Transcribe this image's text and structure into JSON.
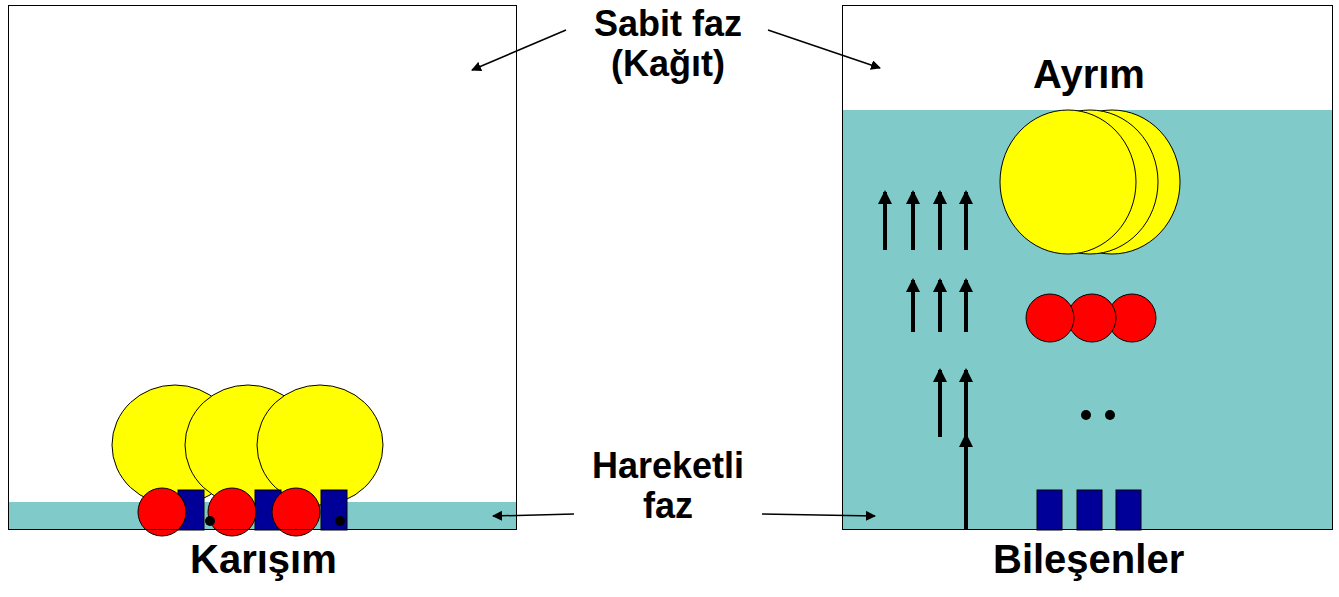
{
  "diagram": {
    "nodes": [
      {
        "text": [
          "Karışım"
        ]
      },
      {
        "text": [
          "Ayrım",
          "Bileşenler"
        ]
      }
    ],
    "labels": [
      "Sabit faz (Kağıt)",
      "Hareketli faz"
    ]
  }
}
